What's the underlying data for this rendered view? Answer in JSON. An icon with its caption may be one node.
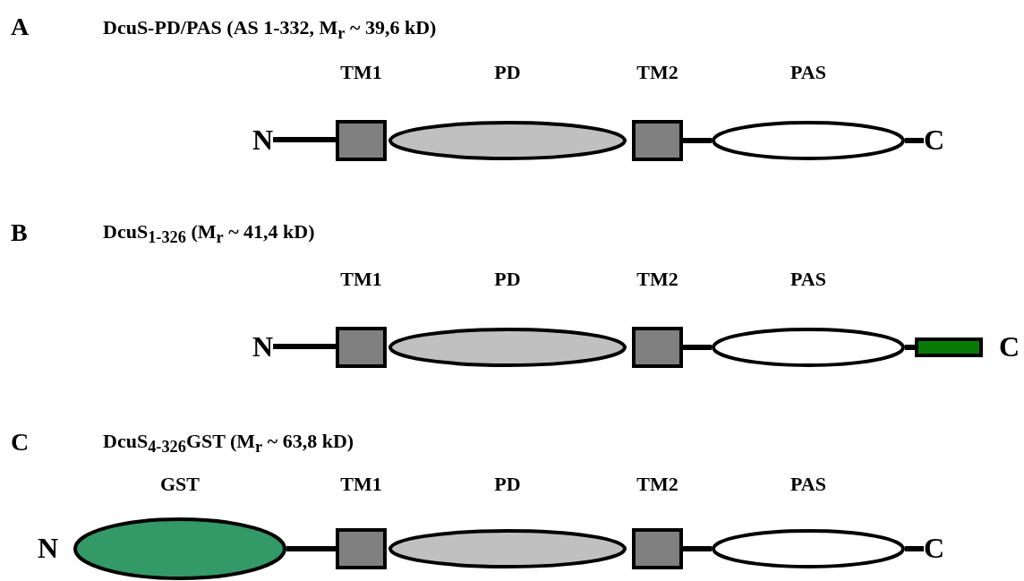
{
  "diagram": {
    "nodes": [
      {
        "text": [
          "N"
        ]
      },
      {
        "text": [
          "TM1"
        ]
      },
      {
        "text": [
          "PD"
        ]
      },
      {
        "text": [
          "TM2"
        ]
      },
      {
        "text": [
          "PAS"
        ]
      },
      {
        "text": [
          "C"
        ]
      },
      {
        "text": [
          "N"
        ]
      },
      {
        "text": [
          "TM1"
        ]
      },
      {
        "text": [
          "PD"
        ]
      },
      {
        "text": [
          "TM2"
        ]
      },
      {
        "text": [
          "PAS"
        ]
      },
      {
        "text": [],
        "shape": "box"
      },
      {
        "text": [
          "C"
        ]
      },
      {
        "text": [
          "N"
        ]
      },
      {
        "text": [
          "GST"
        ]
      },
      {
        "text": [
          "TM1"
        ]
      },
      {
        "text": [
          "PD"
        ]
      },
      {
        "text": [
          "TM2"
        ]
      },
      {
        "text": [
          "PAS"
        ]
      },
      {
        "text": [
          "C"
        ]
      }
    ],
    "edges": [
      {
        "from": 0,
        "to": 1,
        "arrow": "none"
      },
      {
        "from": 3,
        "to": 4,
        "arrow": "none"
      },
      {
        "from": 4,
        "to": 5,
        "arrow": "none"
      },
      {
        "from": 6,
        "to": 7,
        "arrow": "none"
      },
      {
        "from": 9,
        "to": 10,
        "arrow": "none"
      },
      {
        "from": 10,
        "to": 11,
        "arrow": "none"
      },
      {
        "from": 14,
        "to": 15,
        "arrow": "none"
      },
      {
        "from": 17,
        "to": 18,
        "arrow": "none"
      },
      {
        "from": 18,
        "to": 19,
        "arrow": "none"
      }
    ],
    "labels": [
      "A",
      "DcuS-PD/PAS (AS 1-332, M$_{r}$ ~ 39,6 kD)",
      "B",
      "DcuS$_{1-326}$ (M$_{r}$ ~ 41,4 kD)",
      "C",
      "DcuS$_{4-326}$GST (M$_{r}$ ~ 63,8 kD)"
    ]
  }
}
